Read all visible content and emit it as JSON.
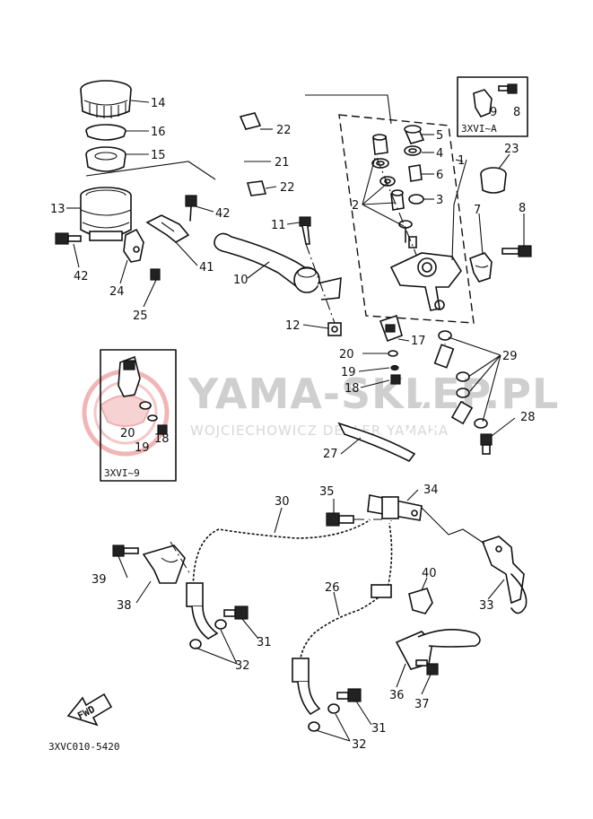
{
  "watermark": {
    "name": "YAMA-SKLEP.PL",
    "owner": "WOJCIECHOWICZ DEALER YAMAHA",
    "logo_color": "#e04040"
  },
  "diagram_code": "3XVC010-5420",
  "fwd_label": "FWD",
  "inset_a_label": "3XVI~A",
  "inset_b_label": "3XVI~9",
  "callouts": {
    "n1": "1",
    "n2": "2",
    "n3": "3",
    "n4": "4",
    "n5": "5",
    "n6": "6",
    "n7": "7",
    "n8": "8",
    "n8a": "8",
    "n9": "9",
    "n10": "10",
    "n11": "11",
    "n12": "12",
    "n13": "13",
    "n14": "14",
    "n15": "15",
    "n16": "16",
    "n17": "17",
    "n18": "18",
    "n18b": "18",
    "n19": "19",
    "n19b": "19",
    "n20": "20",
    "n20b": "20",
    "n21": "21",
    "n22a": "22",
    "n22b": "22",
    "n23": "23",
    "n24": "24",
    "n25": "25",
    "n26": "26",
    "n27": "27",
    "n28": "28",
    "n29": "29",
    "n30": "30",
    "n31a": "31",
    "n31b": "31",
    "n32a": "32",
    "n32b": "32",
    "n33": "33",
    "n34": "34",
    "n35": "35",
    "n36": "36",
    "n37": "37",
    "n38": "38",
    "n39": "39",
    "n40": "40",
    "n41": "41",
    "n42a": "42",
    "n42b": "42"
  }
}
